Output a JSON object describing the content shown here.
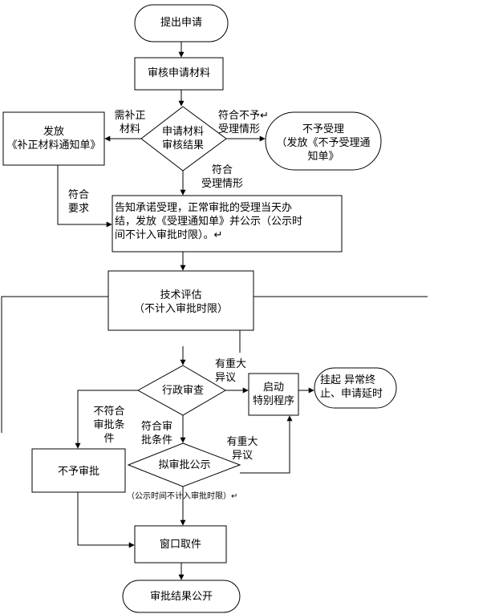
{
  "nodes": {
    "start": "提出申请",
    "review_materials": "审核申请材料",
    "decision_review": [
      "申请材料",
      "审核结果"
    ],
    "supplement": [
      "发放",
      "《补正材料通知单》"
    ],
    "reject_accept": [
      "不予受理",
      "（发放《不予受理通",
      "知单》"
    ],
    "notify": [
      "告知承诺受理，正常审批的受理当天办",
      "结，发放《受理通知单》并公示（公示时",
      "间不计入审批时限）。↵"
    ],
    "tech_eval": [
      "技术评估",
      "（不计入审批时限）"
    ],
    "admin_review": "行政审查",
    "special": [
      "启动",
      "特别程序"
    ],
    "suspend": [
      "挂起 异常终",
      "止、申请延时"
    ],
    "no_approval": "不予审批",
    "publicity": "拟审批公示",
    "pickup": "窗口取件",
    "result_public": "审批结果公开"
  },
  "edge_labels": {
    "need_supplement": [
      "需补正",
      "材料"
    ],
    "no_accept_case": [
      "符合不予↵",
      "受理情形"
    ],
    "accept_case": [
      "符合",
      "受理情形"
    ],
    "meet_req": [
      "符合",
      "要求"
    ],
    "major_objection_1": [
      "有重大",
      "异议"
    ],
    "not_meet_cond": [
      "不符合",
      "审批条",
      "件"
    ],
    "meet_cond": [
      "符合审",
      "批条件"
    ],
    "major_objection_2": [
      "有重大",
      "异议"
    ],
    "publicity_note": "（公示时间不计入审批时限）↵"
  }
}
